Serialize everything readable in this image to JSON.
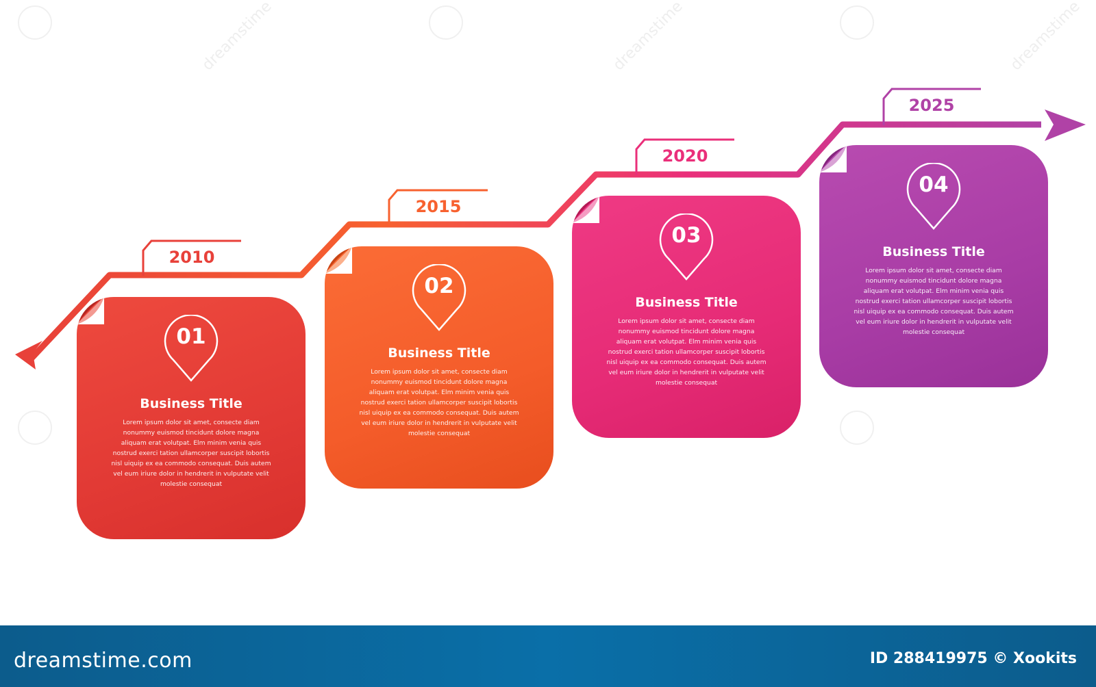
{
  "timeline": {
    "steps": [
      {
        "number": "01",
        "year": "2010",
        "title": "Business Title",
        "body": "Lorem ipsum dolor sit amet, consecte diam nonummy euismod tincidunt dolore magna aliquam erat volutpat. Elm minim venia quis nostrud exerci tation ullamcorper suscipit lobortis nisl uiquip ex ea commodo consequat. Duis autem vel eum iriure dolor in hendrerit in vulputate velit molestie consequat",
        "color": "#e8413a",
        "color_dark": "#c42a26"
      },
      {
        "number": "02",
        "year": "2015",
        "title": "Business Title",
        "body": "Lorem ipsum dolor sit amet, consecte diam nonummy euismod tincidunt dolore magna aliquam erat volutpat. Elm minim venia quis nostrud exerci tation ullamcorper suscipit lobortis nisl uiquip ex ea commodo consequat. Duis autem vel eum iriure dolor in hendrerit in vulputate velit molestie consequat",
        "color": "#f7612f",
        "color_dark": "#d8461a"
      },
      {
        "number": "03",
        "year": "2020",
        "title": "Business Title",
        "body": "Lorem ipsum dolor sit amet, consecte diam nonummy euismod tincidunt dolore magna aliquam erat volutpat. Elm minim venia quis nostrud exerci tation ullamcorper suscipit lobortis nisl uiquip ex ea commodo consequat. Duis autem vel eum iriure dolor in hendrerit in vulputate velit molestie consequat",
        "color": "#ea2f7a",
        "color_dark": "#c71a5f"
      },
      {
        "number": "04",
        "year": "2025",
        "title": "Business Title",
        "body": "Lorem ipsum dolor sit amet, consecte diam nonummy euismod tincidunt dolore magna aliquam erat volutpat. Elm minim venia quis nostrud exerci tation ullamcorper suscipit lobortis nisl uiquip ex ea commodo consequat. Duis autem vel eum iriure dolor in hendrerit in vulputate velit molestie consequat",
        "color": "#b042a6",
        "color_dark": "#8f2d8a"
      }
    ]
  },
  "footer": {
    "brand": "dreamstime.com",
    "credit": "ID 288419975 © Xookits",
    "background": "#0a6fa8"
  },
  "watermark": {
    "text": "dreamstime"
  }
}
